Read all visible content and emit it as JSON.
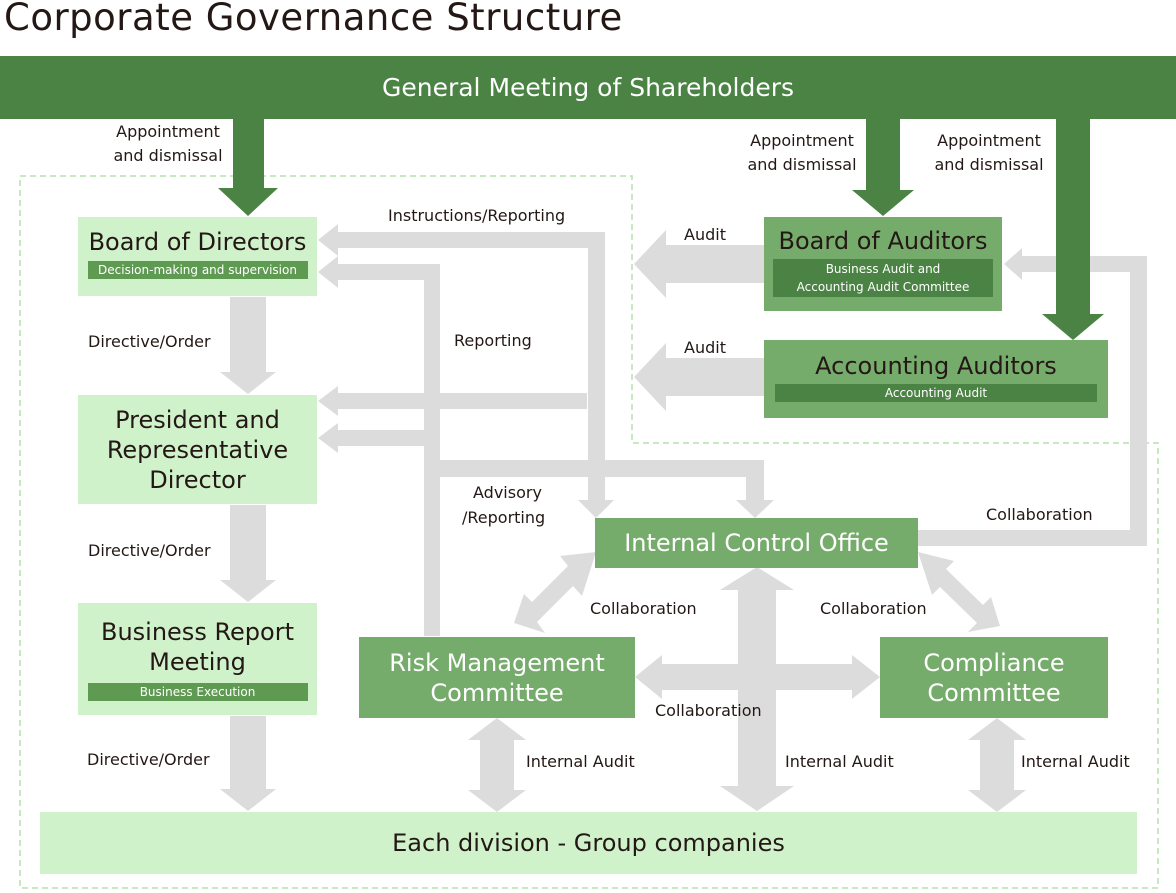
{
  "title": "Corporate Governance Structure",
  "shareholders": "General Meeting of Shareholders",
  "board_of_directors": {
    "title": "Board of Directors",
    "sub": "Decision-making and supervision"
  },
  "president": {
    "line1": "President and",
    "line2": "Representative",
    "line3": "Director"
  },
  "business_report": {
    "line1": "Business Report",
    "line2": "Meeting",
    "sub": "Business Execution"
  },
  "board_of_auditors": {
    "title": "Board of Auditors",
    "sub1": "Business Audit and",
    "sub2": "Accounting Audit Committee"
  },
  "accounting_auditors": {
    "title": "Accounting Auditors",
    "sub": "Accounting Audit"
  },
  "internal_control": "Internal Control Office",
  "risk_management": {
    "line1": "Risk Management",
    "line2": "Committee"
  },
  "compliance": {
    "line1": "Compliance",
    "line2": "Committee"
  },
  "divisions": "Each division - Group companies",
  "labels": {
    "appointment_line1": "Appointment",
    "appointment_line2": "and dismissal",
    "instructions_reporting": "Instructions/Reporting",
    "reporting": "Reporting",
    "directive_order": "Directive/Order",
    "advisory_line1": "Advisory",
    "advisory_line2": "/Reporting",
    "audit": "Audit",
    "collaboration": "Collaboration",
    "internal_audit": "Internal Audit"
  },
  "colors": {
    "dark_green": "#4a8343",
    "mid_green": "#76ac6b",
    "light_green": "#d0f2cb",
    "gray_arrow": "#dcdcdc",
    "dashed": "#b6e0ae"
  }
}
